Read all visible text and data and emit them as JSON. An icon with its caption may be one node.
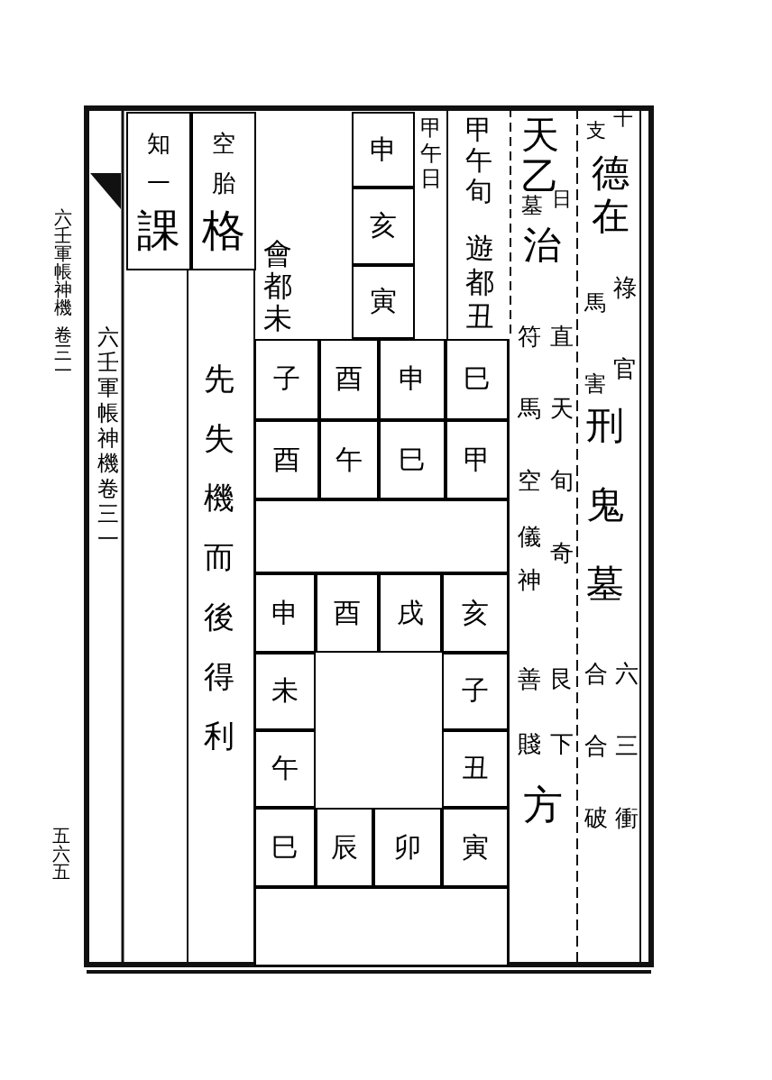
{
  "diagram": {
    "nodes": [
      {
        "text": [
          "知一",
          "課"
        ]
      },
      {
        "text": [
          "空胎",
          "格"
        ]
      },
      {
        "text": [
          "申"
        ]
      },
      {
        "text": [
          "亥"
        ]
      },
      {
        "text": [
          "寅"
        ]
      },
      {
        "text": [
          "子"
        ]
      },
      {
        "text": [
          "酉"
        ]
      },
      {
        "text": [
          "申"
        ]
      },
      {
        "text": [
          "巳"
        ]
      },
      {
        "text": [
          "酉"
        ]
      },
      {
        "text": [
          "午"
        ]
      },
      {
        "text": [
          "巳"
        ]
      },
      {
        "text": [
          "甲"
        ]
      },
      {
        "text": [],
        "shape": "box"
      },
      {
        "text": [
          "申"
        ]
      },
      {
        "text": [
          "酉"
        ]
      },
      {
        "text": [
          "戌"
        ]
      },
      {
        "text": [
          "亥"
        ]
      },
      {
        "text": [
          "未"
        ]
      },
      {
        "text": [
          "子"
        ]
      },
      {
        "text": [
          "午"
        ]
      },
      {
        "text": [
          "丑"
        ]
      },
      {
        "text": [
          "巳"
        ]
      },
      {
        "text": [
          "辰"
        ]
      },
      {
        "text": [
          "卯"
        ]
      },
      {
        "text": [
          "寅"
        ]
      },
      {
        "text": [],
        "shape": "box"
      }
    ],
    "labels": [
      "干",
      "支",
      "德在",
      "祿官",
      "馬害",
      "刑鬼墓",
      "六三衝",
      "合合破",
      "天乙",
      "日",
      "墓",
      "治",
      "直天旬奇",
      "符馬空",
      "儀神",
      "艮下",
      "善賤",
      "方",
      "甲午旬",
      "遊都丑",
      "甲午日",
      "會都未",
      "先失機而後得利",
      "六壬軍帳神機卷三一",
      "六壬軍帳神機",
      "卷三一",
      "五六五"
    ]
  }
}
